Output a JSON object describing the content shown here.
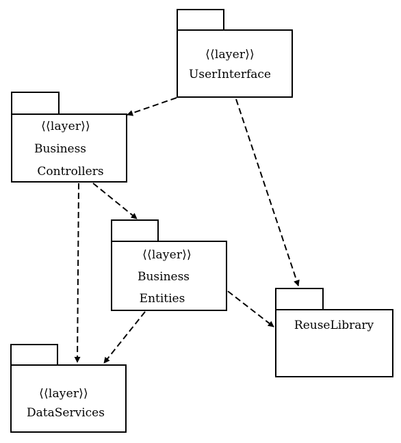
{
  "diagram": {
    "packages": {
      "ui": {
        "stereotype": "⟨⟨layer⟩⟩",
        "name": "UserInterface"
      },
      "bc": {
        "stereotype": "⟨⟨layer⟩⟩",
        "name_line1": "Business",
        "name_line2": "Controllers"
      },
      "be": {
        "stereotype": "⟨⟨layer⟩⟩",
        "name_line1": "Business",
        "name_line2": "Entities"
      },
      "rl": {
        "name": "ReuseLibrary"
      },
      "ds": {
        "stereotype": "⟨⟨layer⟩⟩",
        "name": "DataServices"
      }
    },
    "dependencies": [
      {
        "from": "UserInterface",
        "to": "Business Controllers"
      },
      {
        "from": "UserInterface",
        "to": "ReuseLibrary"
      },
      {
        "from": "Business Controllers",
        "to": "Business Entities"
      },
      {
        "from": "Business Controllers",
        "to": "DataServices"
      },
      {
        "from": "Business Entities",
        "to": "DataServices"
      },
      {
        "from": "Business Entities",
        "to": "ReuseLibrary"
      }
    ]
  }
}
